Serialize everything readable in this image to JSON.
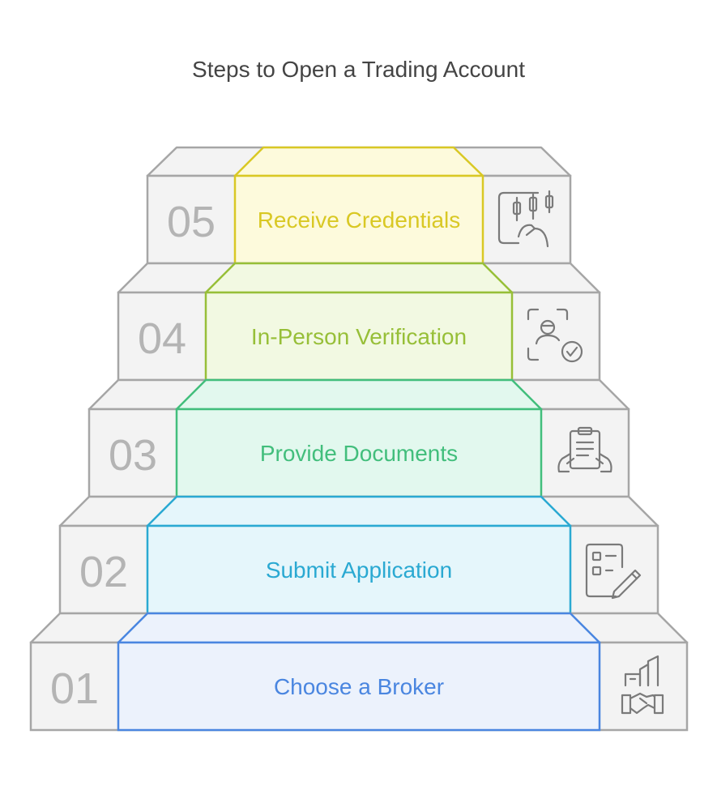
{
  "title": "Steps to Open a Trading Account",
  "steps": [
    {
      "number": "05",
      "label": "Receive Credentials",
      "icon": "trading-chart-hand-icon",
      "color": "#d9c824",
      "fill": "#fdfadc"
    },
    {
      "number": "04",
      "label": "In-Person Verification",
      "icon": "face-scan-check-icon",
      "color": "#97bf38",
      "fill": "#f2f9e2"
    },
    {
      "number": "03",
      "label": "Provide Documents",
      "icon": "document-hands-icon",
      "color": "#42be7c",
      "fill": "#e2f8ee"
    },
    {
      "number": "02",
      "label": "Submit Application",
      "icon": "form-pencil-icon",
      "color": "#2aa9d2",
      "fill": "#e5f6fb"
    },
    {
      "number": "01",
      "label": "Choose a Broker",
      "icon": "handshake-building-icon",
      "color": "#4a86e0",
      "fill": "#ecf2fc"
    }
  ],
  "colors": {
    "step_outline": "#a6a6a6",
    "step_fill": "#f3f3f3"
  }
}
